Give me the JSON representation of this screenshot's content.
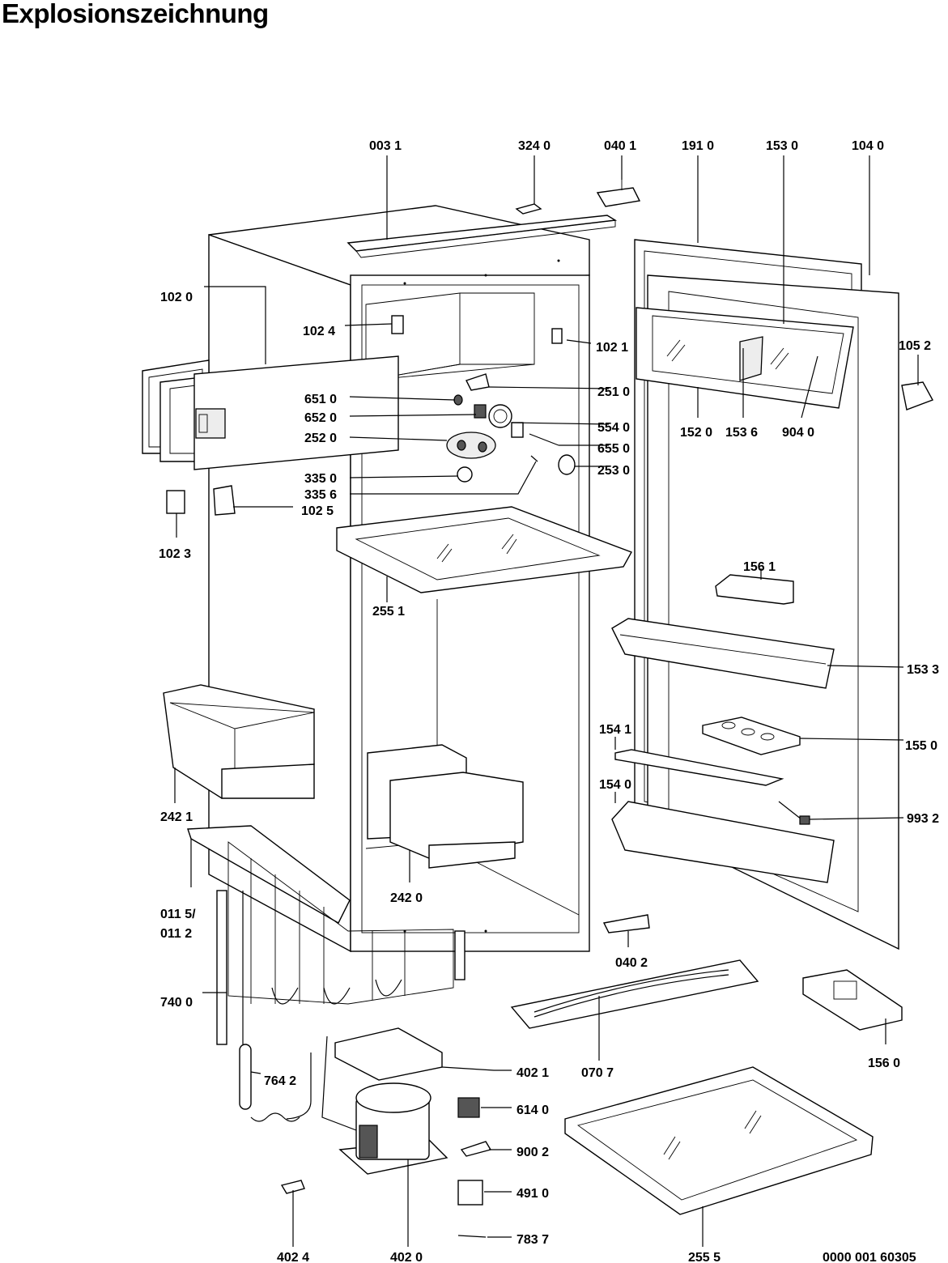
{
  "title": "Explosionszeichnung",
  "drawing_number": "0000 001 60305",
  "parts": [
    {
      "id": "003_1",
      "label": "003 1"
    },
    {
      "id": "324_0",
      "label": "324 0"
    },
    {
      "id": "040_1",
      "label": "040 1"
    },
    {
      "id": "191_0",
      "label": "191 0"
    },
    {
      "id": "153_0",
      "label": "153 0"
    },
    {
      "id": "104_0",
      "label": "104 0"
    },
    {
      "id": "102_0",
      "label": "102 0"
    },
    {
      "id": "102_4",
      "label": "102 4"
    },
    {
      "id": "102_1",
      "label": "102 1"
    },
    {
      "id": "105_2",
      "label": "105 2"
    },
    {
      "id": "651_0",
      "label": "651 0"
    },
    {
      "id": "251_0",
      "label": "251 0"
    },
    {
      "id": "652_0",
      "label": "652 0"
    },
    {
      "id": "554_0",
      "label": "554 0"
    },
    {
      "id": "152_0",
      "label": "152 0"
    },
    {
      "id": "153_6",
      "label": "153 6"
    },
    {
      "id": "904_0",
      "label": "904 0"
    },
    {
      "id": "252_0",
      "label": "252 0"
    },
    {
      "id": "655_0",
      "label": "655 0"
    },
    {
      "id": "253_0",
      "label": "253 0"
    },
    {
      "id": "335_0",
      "label": "335 0"
    },
    {
      "id": "335_6",
      "label": "335 6"
    },
    {
      "id": "102_5",
      "label": "102 5"
    },
    {
      "id": "102_3",
      "label": "102 3"
    },
    {
      "id": "156_1",
      "label": "156 1"
    },
    {
      "id": "255_1",
      "label": "255 1"
    },
    {
      "id": "153_3",
      "label": "153 3"
    },
    {
      "id": "154_1",
      "label": "154 1"
    },
    {
      "id": "155_0",
      "label": "155 0"
    },
    {
      "id": "242_1",
      "label": "242 1"
    },
    {
      "id": "154_0",
      "label": "154 0"
    },
    {
      "id": "993_2",
      "label": "993 2"
    },
    {
      "id": "011_5",
      "label": "011 5/"
    },
    {
      "id": "011_2",
      "label": "011 2"
    },
    {
      "id": "242_0",
      "label": "242 0"
    },
    {
      "id": "040_2",
      "label": "040 2"
    },
    {
      "id": "740_0",
      "label": "740 0"
    },
    {
      "id": "156_0",
      "label": "156 0"
    },
    {
      "id": "764_2",
      "label": "764 2"
    },
    {
      "id": "402_1",
      "label": "402 1"
    },
    {
      "id": "070_7",
      "label": "070 7"
    },
    {
      "id": "614_0",
      "label": "614 0"
    },
    {
      "id": "900_2",
      "label": "900 2"
    },
    {
      "id": "491_0",
      "label": "491 0"
    },
    {
      "id": "783_7",
      "label": "783 7"
    },
    {
      "id": "402_4",
      "label": "402 4"
    },
    {
      "id": "402_0",
      "label": "402 0"
    },
    {
      "id": "255_5",
      "label": "255 5"
    }
  ]
}
